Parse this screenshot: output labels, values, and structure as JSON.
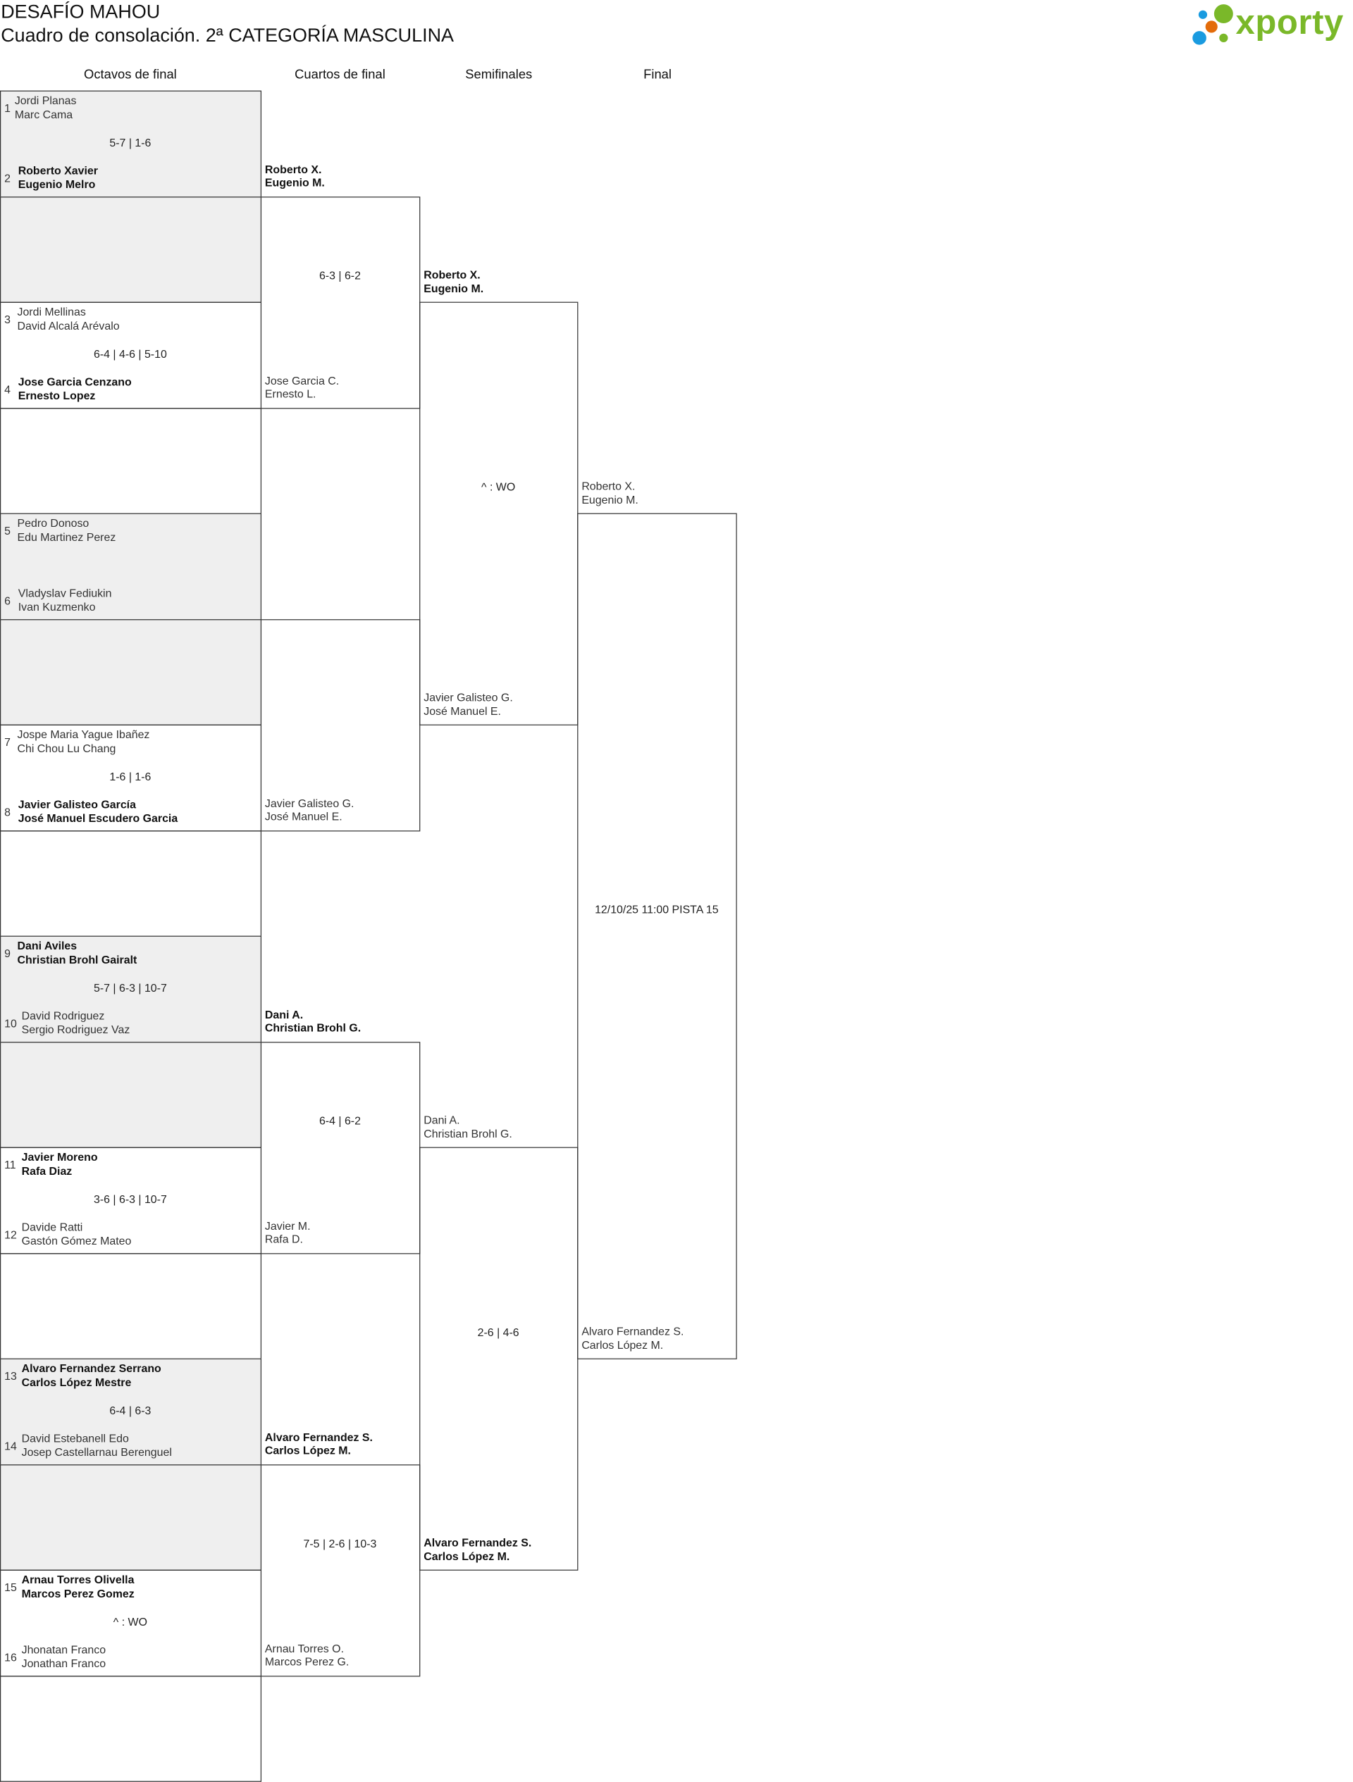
{
  "header": {
    "event_title": "DESAFÍO MAHOU",
    "draw_title": "Cuadro de consolación. 2ª CATEGORÍA MASCULINA"
  },
  "logo": {
    "text": "xporty",
    "colors": {
      "green": "#7ab829",
      "blue": "#1a9be0",
      "orange": "#e36c0a"
    }
  },
  "colors": {
    "border": "#333333",
    "shaded_row": "#efefef"
  },
  "rounds": [
    "Octavos de final",
    "Cuartos de final",
    "Semifinales",
    "Final"
  ],
  "round_of_16": [
    {
      "seed1": "1",
      "team1": [
        "Jordi Planas",
        "Marc Cama"
      ],
      "seed2": "2",
      "team2": [
        "Roberto Xavier",
        "Eugenio Melro"
      ],
      "score": "5-7 | 1-6",
      "winner": 2
    },
    {
      "seed1": "3",
      "team1": [
        "Jordi Mellinas",
        "David Alcalá Arévalo"
      ],
      "seed2": "4",
      "team2": [
        "Jose Garcia Cenzano",
        "Ernesto Lopez"
      ],
      "score": "6-4 | 4-6 | 5-10",
      "winner": 2
    },
    {
      "seed1": "5",
      "team1": [
        "Pedro Donoso",
        "Edu Martinez Perez"
      ],
      "seed2": "6",
      "team2": [
        "Vladyslav Fediukin",
        "Ivan Kuzmenko"
      ],
      "score": "",
      "winner": 0
    },
    {
      "seed1": "7",
      "team1": [
        "Jospe Maria Yague Ibañez",
        "Chi Chou Lu Chang"
      ],
      "seed2": "8",
      "team2": [
        "Javier Galisteo García",
        "José Manuel Escudero Garcia"
      ],
      "score": "1-6 | 1-6",
      "winner": 2
    },
    {
      "seed1": "9",
      "team1": [
        "Dani Aviles",
        "Christian Brohl Gairalt"
      ],
      "seed2": "10",
      "team2": [
        "David Rodriguez",
        "Sergio Rodriguez Vaz"
      ],
      "score": "5-7 | 6-3 | 10-7",
      "winner": 1
    },
    {
      "seed1": "11",
      "team1": [
        "Javier Moreno",
        "Rafa Diaz"
      ],
      "seed2": "12",
      "team2": [
        "Davide Ratti",
        "Gastón Gómez Mateo"
      ],
      "score": "3-6 | 6-3 | 10-7",
      "winner": 1
    },
    {
      "seed1": "13",
      "team1": [
        "Alvaro Fernandez Serrano",
        "Carlos López Mestre"
      ],
      "seed2": "14",
      "team2": [
        "David Estebanell Edo",
        "Josep Castellarnau Berenguel"
      ],
      "score": "6-4 | 6-3",
      "winner": 1
    },
    {
      "seed1": "15",
      "team1": [
        "Arnau Torres Olivella",
        "Marcos Perez Gomez"
      ],
      "seed2": "16",
      "team2": [
        "Jhonatan Franco",
        "Jonathan Franco"
      ],
      "score": "^ : WO",
      "winner": 1
    }
  ],
  "quarterfinals": [
    {
      "team1": [
        "Roberto X.",
        "Eugenio M."
      ],
      "team2": [
        "Jose Garcia C.",
        "Ernesto L."
      ],
      "score": "6-3 | 6-2",
      "winner": 1
    },
    {
      "team1": [],
      "team2": [
        "Javier Galisteo G.",
        "José Manuel E."
      ],
      "score": "",
      "winner": 0
    },
    {
      "team1": [
        "Dani A.",
        "Christian Brohl G."
      ],
      "team2": [
        "Javier M.",
        "Rafa D."
      ],
      "score": "6-4 | 6-2",
      "winner": 1
    },
    {
      "team1": [
        "Alvaro Fernandez S.",
        "Carlos López M."
      ],
      "team2": [
        "Arnau Torres O.",
        "Marcos Perez G."
      ],
      "score": "7-5 | 2-6 | 10-3",
      "winner": 1
    }
  ],
  "semifinals": [
    {
      "team1": [
        "Roberto X.",
        "Eugenio M."
      ],
      "team2": [
        "Javier Galisteo G.",
        "José Manuel E."
      ],
      "score": "^ : WO",
      "winner": 1
    },
    {
      "team1": [
        "Dani A.",
        "Christian Brohl G."
      ],
      "team2": [
        "Alvaro Fernandez S.",
        "Carlos López M."
      ],
      "score": "2-6 | 4-6",
      "winner": 2
    }
  ],
  "final": [
    {
      "team1": [
        "Roberto X.",
        "Eugenio M."
      ],
      "team2": [
        "Alvaro Fernandez S.",
        "Carlos López M."
      ],
      "score": "12/10/25 11:00 PISTA 15",
      "winner": 0
    }
  ]
}
